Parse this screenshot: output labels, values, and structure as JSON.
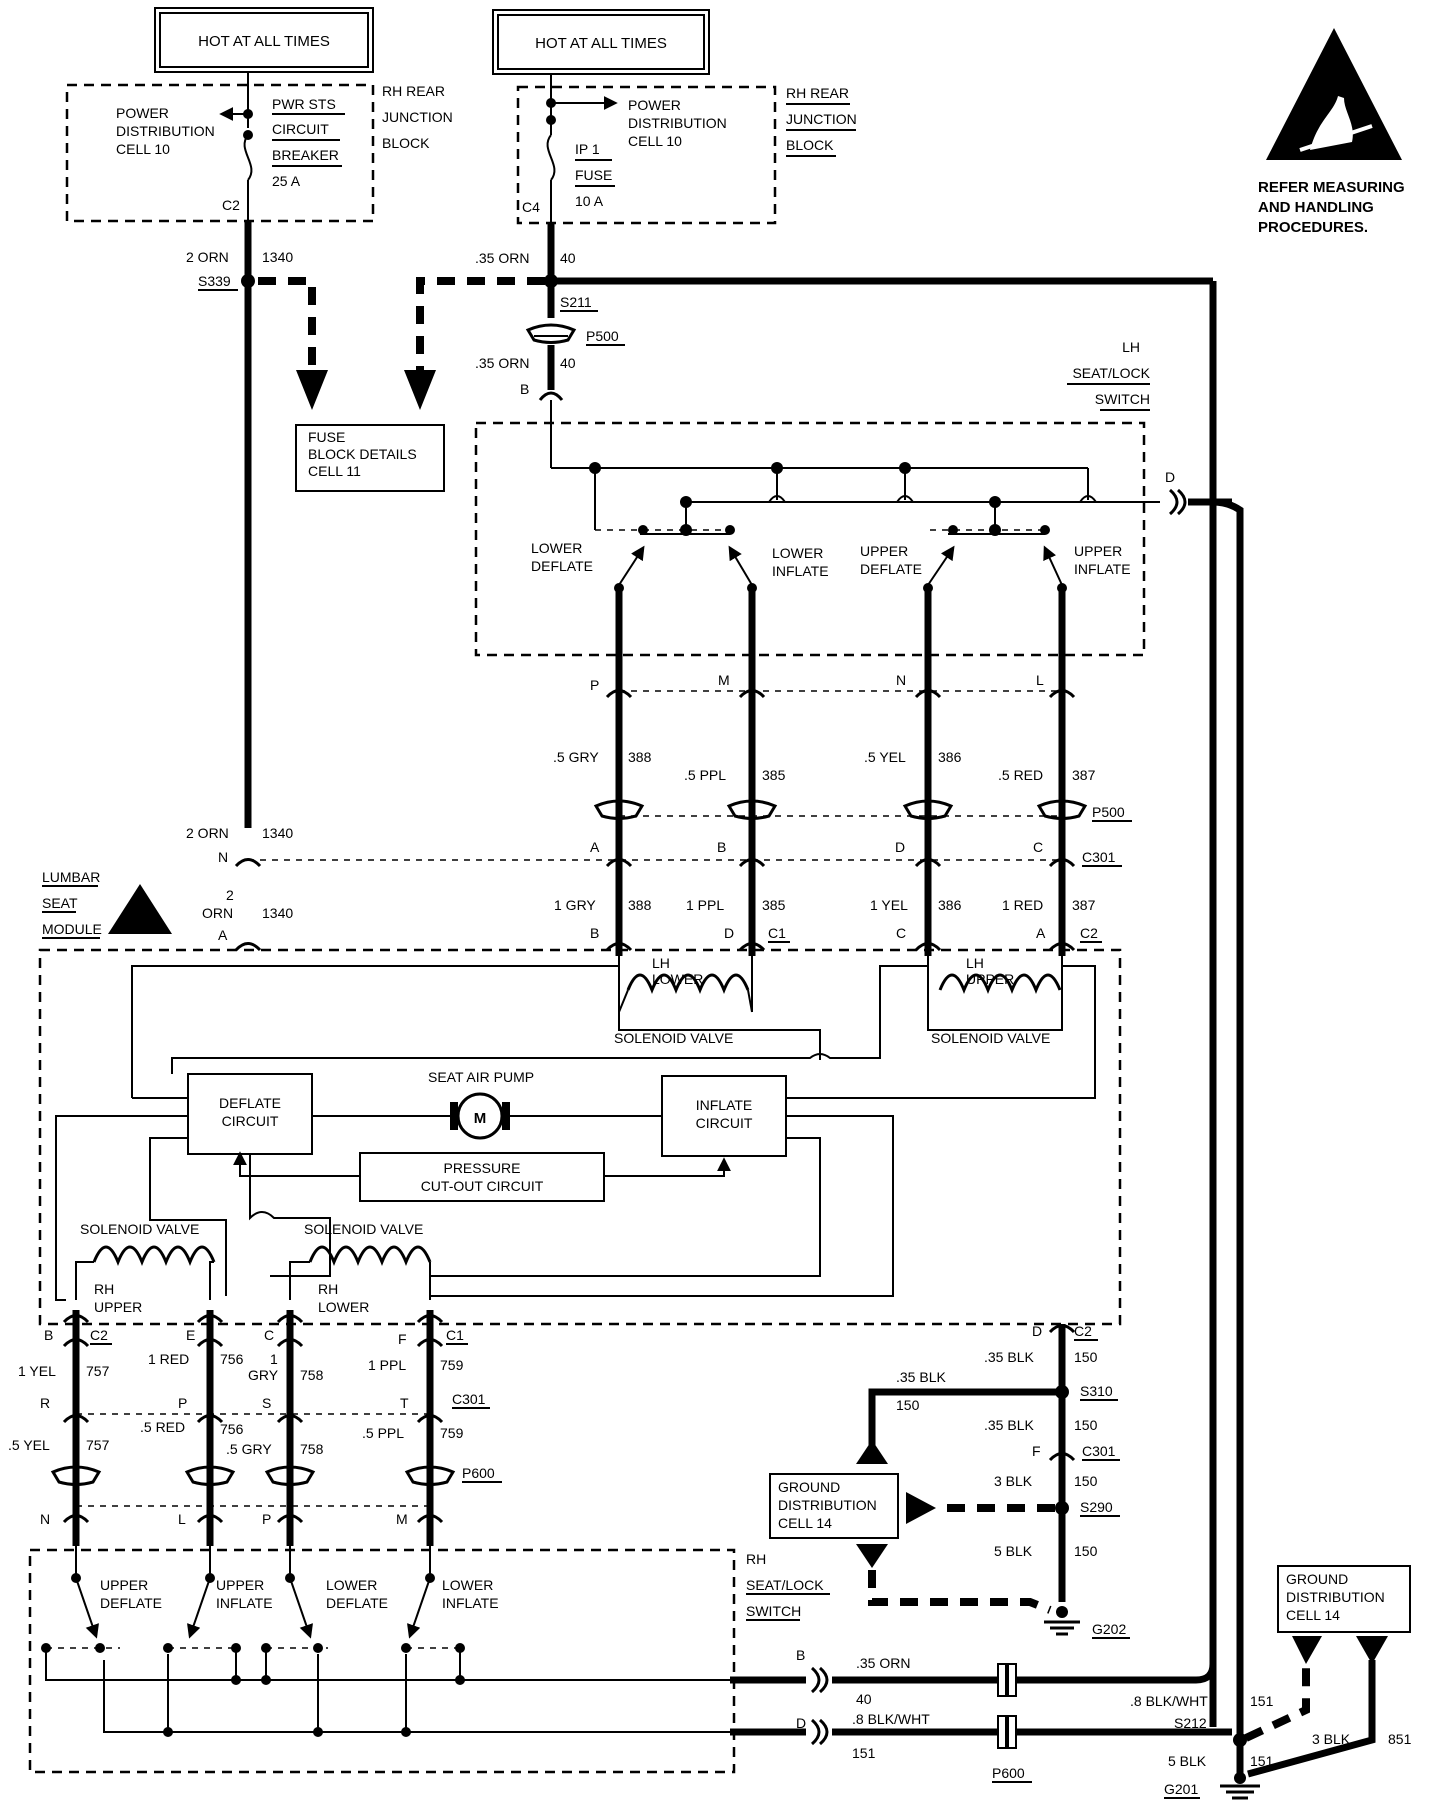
{
  "supply": {
    "hot_left": "HOT AT ALL TIMES",
    "hot_right": "HOT AT ALL TIMES",
    "left_block": {
      "pd": [
        "POWER",
        "DISTRIBUTION",
        "CELL 10"
      ],
      "breaker": [
        "PWR STS",
        "CIRCUIT",
        "BREAKER",
        "25 A"
      ],
      "pin": "C2",
      "jb": [
        "RH REAR",
        "JUNCTION",
        "BLOCK"
      ]
    },
    "right_block": {
      "pd": [
        "POWER",
        "DISTRIBUTION",
        "CELL 10"
      ],
      "fuse": [
        "IP 1",
        "FUSE",
        "10 A"
      ],
      "pin": "C4",
      "jb": [
        "RH REAR",
        "JUNCTION",
        "BLOCK"
      ]
    }
  },
  "esd": {
    "note": [
      "REFER MEASURING",
      "AND HANDLING",
      "PROCEDURES."
    ]
  },
  "splices": {
    "s339": "S339",
    "s211": "S211",
    "s310": "S310",
    "s290": "S290",
    "s212": "S212"
  },
  "grounds": {
    "g202": "G202",
    "g201": "G201"
  },
  "fuse_block": [
    "FUSE",
    "BLOCK DETAILS",
    "CELL 11"
  ],
  "ground_dist_a": [
    "GROUND",
    "DISTRIBUTION",
    "CELL 14"
  ],
  "ground_dist_b": [
    "GROUND",
    "DISTRIBUTION",
    "CELL 14"
  ],
  "wires": {
    "w_2orn_1340a": [
      "2 ORN",
      "1340"
    ],
    "w_35orn_40a": [
      ".35 ORN",
      "40"
    ],
    "w_35orn_40b": [
      ".35 ORN",
      "40"
    ],
    "w_2orn_1340b": [
      "2 ORN",
      "1340"
    ],
    "w_2orn_1340c": [
      "2",
      "ORN",
      "1340"
    ],
    "upper_gauges": [
      ".5 GRY",
      ".5 PPL",
      ".5 YEL",
      ".5 RED"
    ],
    "upper_nums": [
      "388",
      "385",
      "386",
      "387"
    ],
    "lower_gauges": [
      "1 GRY",
      "1 PPL",
      "1 YEL",
      "1 RED"
    ],
    "lower_nums": [
      "388",
      "385",
      "386",
      "387"
    ],
    "rh_gauges_top": [
      "1 YEL",
      "1 RED",
      "1",
      "1 PPL"
    ],
    "rh_gauges_top2": [
      "GRY"
    ],
    "rh_nums_top": [
      "757",
      "756",
      "758",
      "759"
    ],
    "rh_gauges_bot": [
      ".5 YEL",
      ".5 RED",
      ".5 GRY",
      ".5 PPL"
    ],
    "rh_nums_bot": [
      "757",
      "756",
      "758",
      "759"
    ],
    "gnd": {
      "a": ".35 BLK",
      "a_num": "150",
      "b": ".35 BLK",
      "b_num": "150",
      "c": ".35 BLK",
      "c_num": "150",
      "d": "3 BLK",
      "d_num": "150",
      "e": "5 BLK",
      "e_num": "150"
    },
    "bottom": {
      "orn": ".35 ORN",
      "orn_num": "40",
      "blkwht": ".8 BLK/WHT",
      "blkwht_num": "151",
      "blkwht2": ".8 BLK/WHT",
      "blkwht2_num": "151",
      "blk5": "5 BLK",
      "blk5_num": "151",
      "blk3": "3 BLK",
      "blk3_num": "851"
    }
  },
  "connectors": {
    "p500": "P500",
    "p500b": "P500",
    "c301": "C301",
    "c301b": "C301",
    "c301c": "C301",
    "p600": "P600",
    "p600b": "P600",
    "b": "B",
    "d": "D",
    "lh_pins": [
      "P",
      "M",
      "N",
      "L"
    ],
    "mod_pins_top": [
      "A",
      "B",
      "D",
      "C"
    ],
    "mod_pins_bot": [
      "B",
      "D",
      "C",
      "A"
    ],
    "c1": "C1",
    "c2": "C2",
    "n": "N",
    "a": "A",
    "rh_pins1": [
      "B",
      "E",
      "C",
      "F"
    ],
    "rh_pins2": [
      "R",
      "P",
      "S",
      "T"
    ],
    "rh_pins3": [
      "N",
      "L",
      "P",
      "M"
    ],
    "rh_c2": "C2",
    "rh_c1": "C1",
    "gnd_d": "D",
    "gnd_c2": "C2",
    "gnd_f": "F",
    "bot_b": "B",
    "bot_d": "D"
  },
  "lh_switch": {
    "title": [
      "LH",
      "SEAT/LOCK",
      "SWITCH"
    ],
    "labels": [
      [
        "LOWER",
        "DEFLATE"
      ],
      [
        "LOWER",
        "INFLATE"
      ],
      [
        "UPPER",
        "DEFLATE"
      ],
      [
        "UPPER",
        "INFLATE"
      ]
    ]
  },
  "module": {
    "title": [
      "LUMBAR",
      "SEAT",
      "MODULE"
    ],
    "lh_lower": [
      "LH",
      "LOWER"
    ],
    "lh_upper": [
      "LH",
      "UPPER"
    ],
    "solenoid": "SOLENOID VALVE",
    "pump": "SEAT AIR PUMP",
    "motor": "M",
    "deflate": [
      "DEFLATE",
      "CIRCUIT"
    ],
    "inflate": [
      "INFLATE",
      "CIRCUIT"
    ],
    "pressure": [
      "PRESSURE",
      "CUT-OUT CIRCUIT"
    ],
    "rh_upper": [
      "RH",
      "UPPER"
    ],
    "rh_lower": [
      "RH",
      "LOWER"
    ]
  },
  "rh_switch": {
    "title": [
      "RH",
      "SEAT/LOCK",
      "SWITCH"
    ],
    "labels": [
      [
        "UPPER",
        "DEFLATE"
      ],
      [
        "UPPER",
        "INFLATE"
      ],
      [
        "LOWER",
        "DEFLATE"
      ],
      [
        "LOWER",
        "INFLATE"
      ]
    ]
  }
}
